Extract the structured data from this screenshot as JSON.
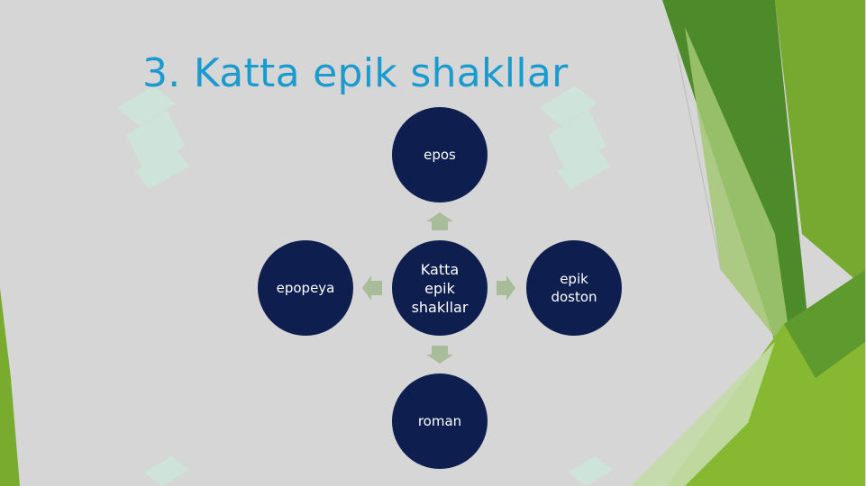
{
  "slide": {
    "title": "3. Katta epik shakllar"
  },
  "diagram": {
    "center": "Katta\nepik\nshakllar",
    "nodes": {
      "top": "epos",
      "right": "epik\ndoston",
      "bottom": "roman",
      "left": "epopeya"
    }
  },
  "colors": {
    "background": "#d6d6d6",
    "title": "#1a9bd0",
    "node_fill": "#0e1e4e",
    "arrow": "#a9bc9a",
    "green_dark": "#4e8c2a",
    "green_light": "#8fbf3a"
  }
}
